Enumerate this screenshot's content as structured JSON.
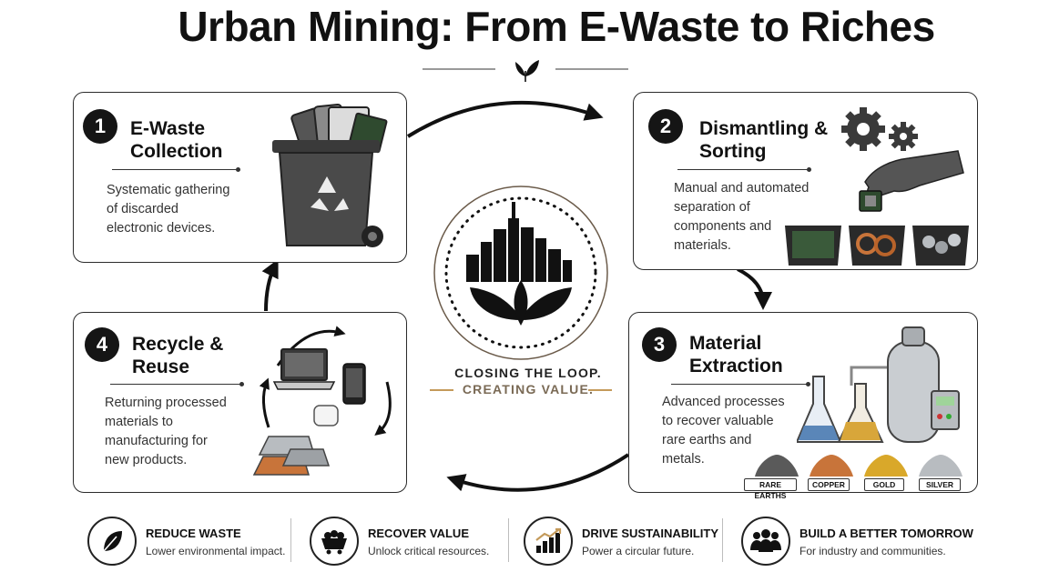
{
  "title": "Urban Mining: From E-Waste to Riches",
  "steps": [
    {
      "number": "1",
      "title_line1": "E-Waste",
      "title_line2": "Collection",
      "description": [
        "Systematic gathering",
        "of discarded",
        "electronic devices."
      ]
    },
    {
      "number": "2",
      "title_line1": "Dismantling &",
      "title_line2": "Sorting",
      "description": [
        "Manual and automated",
        "separation of",
        "components and",
        "materials."
      ]
    },
    {
      "number": "3",
      "title_line1": "Material",
      "title_line2": "Extraction",
      "description": [
        "Advanced processes",
        "to recover valuable",
        "rare earths and",
        "metals."
      ]
    },
    {
      "number": "4",
      "title_line1": "Recycle &",
      "title_line2": "Reuse",
      "description": [
        "Returning processed",
        "materials to",
        "manufacturing for",
        "new products."
      ]
    }
  ],
  "center": {
    "line1": "CLOSING THE LOOP.",
    "line2": "CREATING VALUE."
  },
  "materials": [
    "RARE EARTHS",
    "COPPER",
    "GOLD",
    "SILVER"
  ],
  "benefits": [
    {
      "title": "REDUCE WASTE",
      "desc": "Lower environmental impact.",
      "icon": "leaf-icon"
    },
    {
      "title": "RECOVER VALUE",
      "desc": "Unlock critical resources.",
      "icon": "mine-cart-icon"
    },
    {
      "title": "DRIVE SUSTAINABILITY",
      "desc": "Power a circular future.",
      "icon": "growth-chart-icon"
    },
    {
      "title": "BUILD A BETTER TOMORROW",
      "desc": "For industry and communities.",
      "icon": "community-icon"
    }
  ],
  "colors": {
    "ink": "#151515",
    "accent_gold": "#c49a5a",
    "recycle_bin": "#4a4a4a",
    "copper": "#c8743a",
    "gold": "#d9a82a",
    "silver": "#b8bcc0"
  }
}
